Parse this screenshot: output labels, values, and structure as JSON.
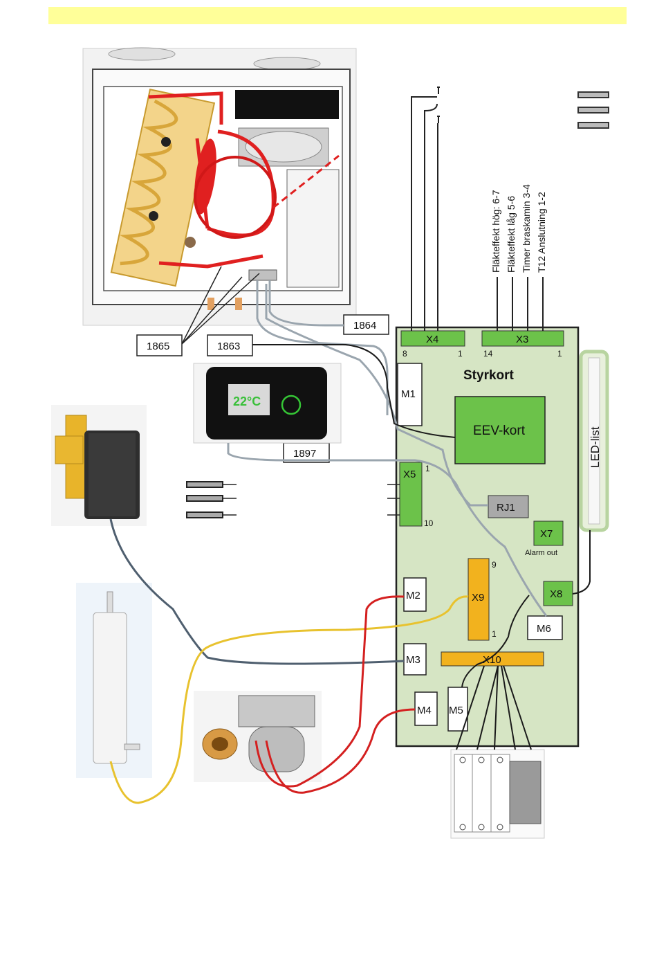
{
  "header_bar_color": "#ffff99",
  "board": {
    "title": "Styrkort",
    "color": "#d6e5c4"
  },
  "eev": {
    "label": "EEV-kort",
    "color": "#6cc24a"
  },
  "connectors": {
    "x4": {
      "label": "X4",
      "pin_left": "8",
      "pin_right": "1"
    },
    "x3": {
      "label": "X3",
      "pin_left": "14",
      "pin_right": "1"
    },
    "x5": {
      "label": "X5",
      "pin_top": "1",
      "pin_bottom": "10"
    },
    "x7": {
      "label": "X7",
      "caption": "Alarm out"
    },
    "x8": {
      "label": "X8"
    },
    "x9": {
      "label": "X9",
      "pin_top": "9",
      "pin_bottom": "1"
    },
    "x10": {
      "label": "X10"
    },
    "rj1": {
      "label": "RJ1"
    },
    "m1": {
      "label": "M1"
    },
    "m2": {
      "label": "M2"
    },
    "m3": {
      "label": "M3"
    },
    "m4": {
      "label": "M4"
    },
    "m5": {
      "label": "M5"
    },
    "m6": {
      "label": "M6"
    }
  },
  "led_strip": {
    "label": "LED-list"
  },
  "x3_terminals": [
    "Fläkteffekt hög: 6-7",
    "Fläkteffekt låg 5-6",
    "Timer braskamin 3-4",
    "T12 Anslutning 1-2"
  ],
  "sensor_labels": {
    "s1865": "1865",
    "s1863": "1863",
    "s1864": "1864",
    "s1897": "1897"
  },
  "display": {
    "temperature": "22°C"
  },
  "wire_colors": {
    "red": "#d42020",
    "yellow": "#e8c22e",
    "slate": "#4f5f6f",
    "gray": "#9aa5ae",
    "black": "#1a1a1a"
  }
}
